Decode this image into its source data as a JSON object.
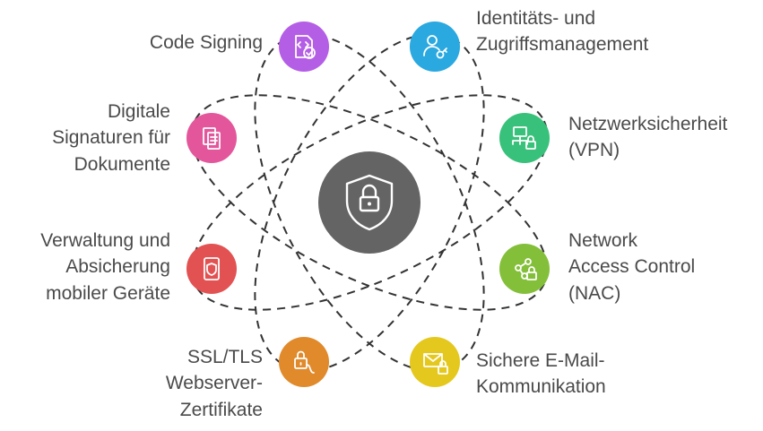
{
  "center": {
    "icon": "shield-lock-icon",
    "color": "#646464"
  },
  "nodes": [
    {
      "id": "code-signing",
      "label": "Code Signing",
      "icon": "code-file-check-icon",
      "color": "#b45ee6"
    },
    {
      "id": "identity",
      "label": "Identitäts- und\nZugriffsmanagement",
      "icon": "user-key-icon",
      "color": "#2aa8e0"
    },
    {
      "id": "digital-signatures",
      "label": "Digitale\nSignaturen für\nDokumente",
      "icon": "documents-icon",
      "color": "#e4569b"
    },
    {
      "id": "network-security",
      "label": "Netzwerksicherheit\n(VPN)",
      "icon": "network-lock-icon",
      "color": "#38c17a"
    },
    {
      "id": "mobile-devices",
      "label": "Verwaltung und\nAbsicherung\nmobiler Geräte",
      "icon": "mobile-shield-icon",
      "color": "#e25252"
    },
    {
      "id": "nac",
      "label": "Network\nAccess Control\n(NAC)",
      "icon": "share-lock-icon",
      "color": "#84bf3a"
    },
    {
      "id": "ssl-tls",
      "label": "SSL/TLS\nWebserver-\nZertifikate",
      "icon": "lock-cable-icon",
      "color": "#e08a2c"
    },
    {
      "id": "email",
      "label": "Sichere E-Mail-\nKommunikation",
      "icon": "mail-lock-icon",
      "color": "#e5c81e"
    }
  ]
}
